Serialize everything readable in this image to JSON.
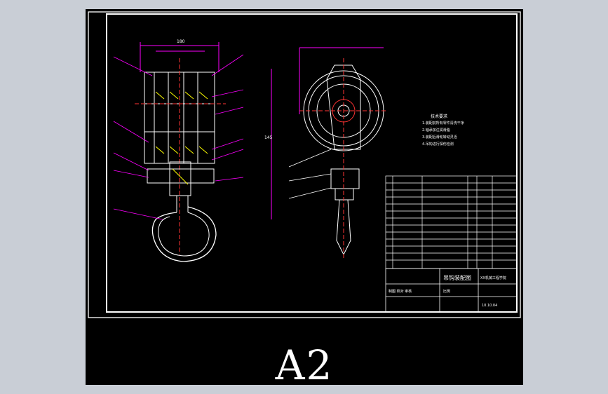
{
  "sheet": {
    "size_label": "A2",
    "background": "#000000",
    "line_white": "#ffffff",
    "line_magenta": "#ff00ff",
    "line_yellow": "#ffff00",
    "line_red": "#ff3333",
    "line_cyan": "#00ffff"
  },
  "drawing": {
    "title_block": {
      "drawing_name": "吊钩装配图",
      "school": "XX机械工程学院",
      "scale_label": "比例",
      "date": "10.10.04",
      "sign_row": "制图 校对 审核"
    },
    "notes_heading": "技术要求",
    "notes": [
      "1.装配前所有零件清洗干净",
      "2.轴承加注润滑脂",
      "3.装配后滑轮转动灵活",
      "4.吊钩进行探伤检测"
    ],
    "dims_top": "180",
    "dims_side": "145"
  }
}
